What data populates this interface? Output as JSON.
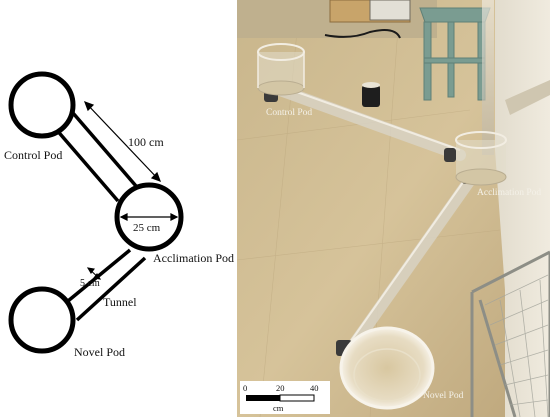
{
  "diagram": {
    "pods": {
      "control": "Control Pod",
      "acclimation": "Acclimation Pod",
      "novel": "Novel Pod"
    },
    "tunnel_label": "Tunnel",
    "dimensions": {
      "tunnel_length": "100 cm",
      "pod_diameter": "25 cm",
      "tunnel_width": "5 cm"
    }
  },
  "photo": {
    "labels": {
      "control": "Control Pod",
      "acclimation": "Acclimation Pod",
      "novel": "Novel Pod"
    },
    "scale_bar": {
      "ticks": [
        "0",
        "20",
        "40"
      ],
      "unit": "cm"
    }
  },
  "colors": {
    "diagram_stroke": "#000000",
    "floor": "#cdb98f",
    "wall": "#e8e2d2",
    "tube": "#dcd6c8",
    "label_text": "#f4f1e8"
  }
}
